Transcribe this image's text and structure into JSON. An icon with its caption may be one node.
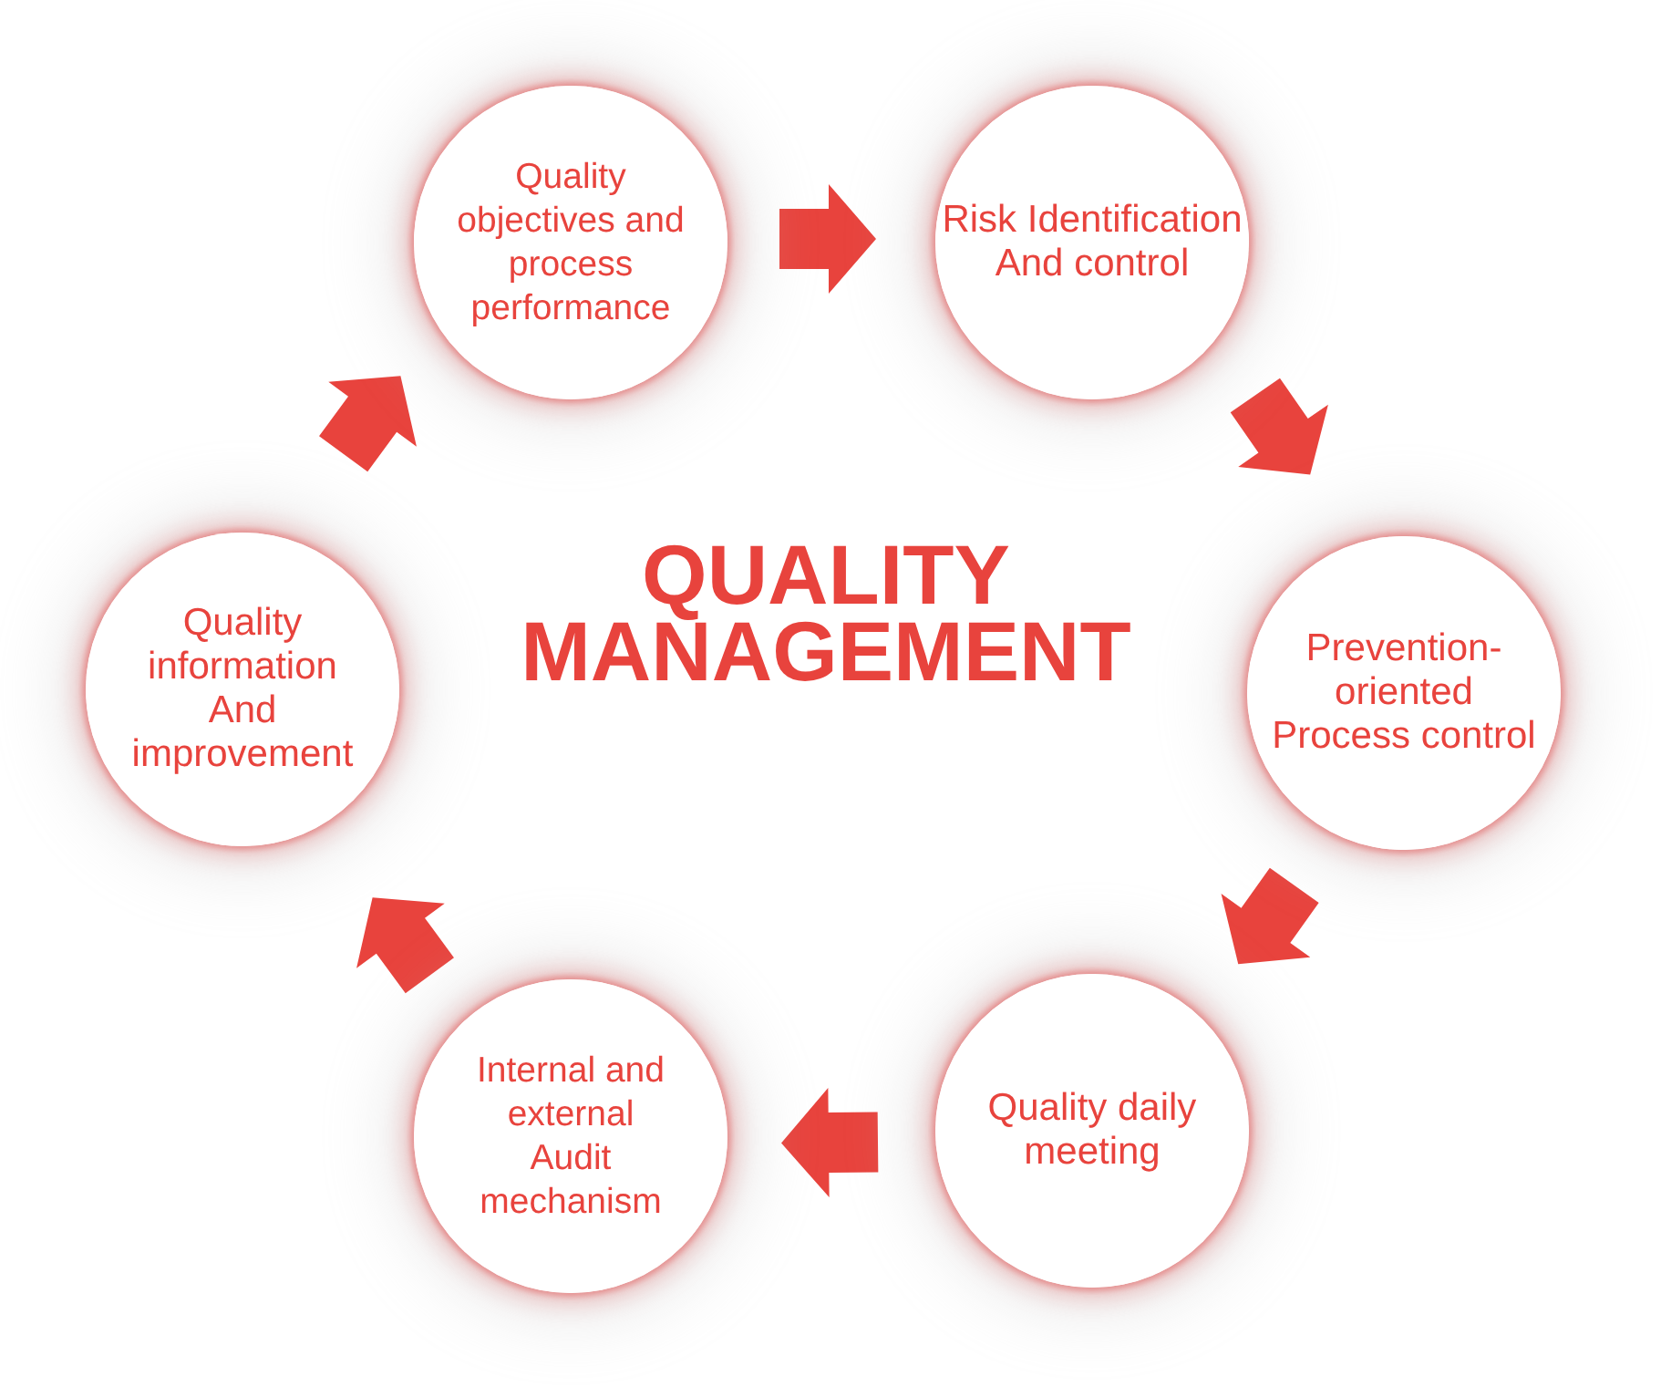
{
  "diagram": {
    "title": "QUALITY MANAGEMENT",
    "nodes": [
      {
        "text": [
          "Quality objectives and process performance"
        ]
      },
      {
        "text": [
          "Risk Identification And control"
        ]
      },
      {
        "text": [
          "Prevention-oriented Process control"
        ]
      },
      {
        "text": [
          "Quality daily meeting"
        ]
      },
      {
        "text": [
          "Internal and external Audit mechanism"
        ]
      },
      {
        "text": [
          "Quality information And improvement"
        ]
      }
    ],
    "edges": [
      {
        "from": 0,
        "to": 1,
        "arrow": "to"
      },
      {
        "from": 1,
        "to": 2,
        "arrow": "to"
      },
      {
        "from": 2,
        "to": 3,
        "arrow": "to"
      },
      {
        "from": 3,
        "to": 4,
        "arrow": "to"
      },
      {
        "from": 4,
        "to": 5,
        "arrow": "to"
      },
      {
        "from": 5,
        "to": 0,
        "arrow": "to"
      }
    ]
  }
}
